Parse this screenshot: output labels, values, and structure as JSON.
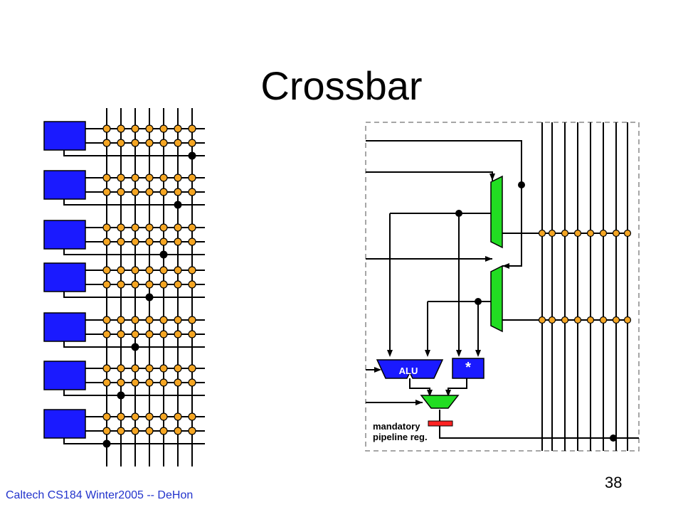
{
  "slide": {
    "title": "Crossbar",
    "page_number": "38",
    "footer": "Caltech CS184 Winter2005 -- DeHon"
  },
  "diagram": {
    "alu_label": "ALU",
    "mult_label": "*",
    "pipeline_label_line1": "mandatory",
    "pipeline_label_line2": "pipeline reg."
  },
  "colors": {
    "block": "#1a1aff",
    "switch": "#f5a623",
    "mux": "#22dd22",
    "pipeline_reg": "#ff2222",
    "footer": "#2233cc"
  }
}
